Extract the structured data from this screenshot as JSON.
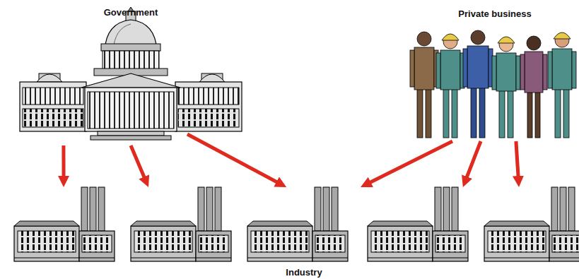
{
  "diagram": {
    "nodes": [
      {
        "text": [
          "Government"
        ]
      },
      {
        "text": [
          "Private business"
        ]
      },
      {
        "text": [
          "Industry"
        ]
      }
    ],
    "edges": [
      {
        "from": 0,
        "to": 2,
        "arrow": "to"
      },
      {
        "from": 0,
        "to": 2,
        "arrow": "to"
      },
      {
        "from": 0,
        "to": 2,
        "arrow": "to"
      },
      {
        "from": 1,
        "to": 2,
        "arrow": "to"
      },
      {
        "from": 1,
        "to": 2,
        "arrow": "to"
      },
      {
        "from": 1,
        "to": 2,
        "arrow": "to"
      }
    ]
  }
}
